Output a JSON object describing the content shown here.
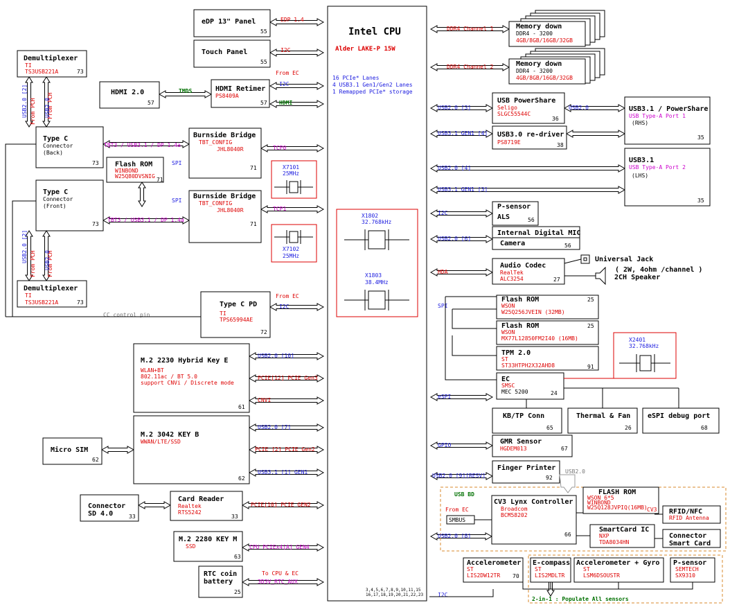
{
  "cpu": {
    "title": "Intel CPU",
    "subtitle": "Alder LAKE-P 15W",
    "feat1": "16 PCIe* Lanes",
    "feat2": "4 USB3.1 Gen1/Gen2 Lanes",
    "feat3": "1 Remapped  PCIe* storage",
    "pages1": "3,4,5,6,7,8,9,10,11,15",
    "pages2": "16,17,18,19,20,21,22,23"
  },
  "xtal": {
    "x1802": "X1802",
    "x1802f": "32.768kHz",
    "x1803": "X1803",
    "x1803f": "38.4MHz",
    "x7101": "X7101",
    "x7101f": "25MHz",
    "x7102": "X7102",
    "x7102f": "25MHz",
    "x2401": "X2401",
    "x2401f": "32.768kHz"
  },
  "left": {
    "edp": {
      "title": "eDP 13\" Panel",
      "page": "55",
      "bus": "EDP 1.4"
    },
    "touch": {
      "title": "Touch Panel",
      "page": "55",
      "bus": "I2C"
    },
    "demux_top": {
      "title": "Demultiplexer",
      "vendor": "TI",
      "part": "TS3USB221A",
      "page": "73"
    },
    "hdmi": {
      "title": "HDMI 2.0",
      "page": "57",
      "tmds": "TMDS"
    },
    "retimer": {
      "title": "HDMI Retimer",
      "part": "PS8409A",
      "page": "57",
      "from_ec": "From EC",
      "i2c": "I2C",
      "hdmi": "HDMI"
    },
    "usb_from_pch_top": "From PCH",
    "usb20_2": "USB2.0 [2]",
    "usb20_top": "USB2.0",
    "typec_back": {
      "l1": "Type C",
      "l2": "Connector",
      "l3": "(Back)",
      "page": "73"
    },
    "typec_front": {
      "l1": "Type C",
      "l2": "Connector",
      "l3": "(Front)",
      "page": "73"
    },
    "tbt_back": "TBT3 / USB3.1 / DP 1.4a",
    "tbt_front": "TBT3 / USB3.1 / DP 1.4a",
    "flashrom": {
      "title": "Flash ROM",
      "vendor": "WINBOND",
      "part": "W25Q80DVSNIG",
      "page": "71",
      "spi1": "SPI",
      "spi2": "SPI"
    },
    "bb1": {
      "title": "Burnside Bridge",
      "cfg": "TBT_CONFIG",
      "part": "JHL8040R",
      "page": "71",
      "bus": "TCP0"
    },
    "bb2": {
      "title": "Burnside Bridge",
      "cfg": "TBT_CONFIG",
      "part": "JHL8040R",
      "page": "71",
      "bus": "TCP1"
    },
    "usb_from_pch_bot": "From PCH",
    "usb20_2b": "USB2.0 [2]",
    "usb20_bot": "USB2.0",
    "demux_bot": {
      "title": "Demultiplexer",
      "vendor": "TI",
      "part": "TS3USB221A",
      "page": "73"
    },
    "typecpd": {
      "title": "Type C PD",
      "vendor": "TI",
      "part": "TPS65994AE",
      "page": "72",
      "from_ec": "From EC",
      "i2c": "I2C",
      "cc": "CC control pin"
    },
    "m2e": {
      "title": "M.2 2230 Hybrid Key E",
      "l1": "WLAN+BT",
      "l2": "802.11ac / BT 5.0",
      "l3": "support CNVi / Discrete mode",
      "page": "61",
      "b1": "USB2.0 [10]",
      "b2": "PCIE[12] PCIE Gen3",
      "b3": "CNVI"
    },
    "m2b": {
      "title": "M.2 3042 KEY B",
      "l1": "WWAN/LTE/SSD",
      "page": "62",
      "b1": "USB2.0 [7]",
      "b2": "PCIE [2] PCIE Gen2",
      "b3": "USB3.1 [1] GEN1"
    },
    "sim": {
      "title": "Micro SIM",
      "page": "62"
    },
    "sd": {
      "l1": "Connector",
      "l2": "SD 4.0",
      "page": "33"
    },
    "card": {
      "title": "Card Reader",
      "vendor": "Realtek",
      "part": "RTS5242",
      "page": "33",
      "bus": "PCIE[10] PCIE GEN2"
    },
    "m2m": {
      "title": "M.2 2280 KEY M",
      "l1": "SSD",
      "page": "63",
      "bus": "CPU PCIEx4[A] GEN4"
    },
    "rtc": {
      "l1": "RTC coin",
      "l2": "battery",
      "page": "25",
      "bus1": "To CPU & EC",
      "bus2": "3D3V_RTC_AUX"
    }
  },
  "right": {
    "mem1": {
      "title": "Memory down",
      "l1": "DDR4 - 3200",
      "l2": "4GB/8GB/16GB/32GB",
      "bus": "DDR4 Channel 1"
    },
    "mem2": {
      "title": "Memory down",
      "l1": "DDR4 - 3200",
      "l2": "4GB/8GB/16GB/32GB",
      "bus": "DDR4 Channel 2"
    },
    "ps": {
      "title": "USB PowerShare",
      "vendor": "Seligo",
      "part": "SLGC55544C",
      "page": "36",
      "bus": "USB2.0 [3]",
      "bus2": "USB2.0"
    },
    "usbps": {
      "title": "USB3.1 / PowerShare",
      "l1": "USB Type-A Port 1",
      "l2": "(RHS)",
      "page": "35"
    },
    "redrv": {
      "title": "USB3.0 re-driver",
      "part": "PS8719E",
      "page": "38",
      "bus": "USB3.1 GEN1 [4]"
    },
    "usb31": {
      "title": "USB3.1",
      "l1": "USB Type-A Port 2",
      "l2": "(LHS)",
      "page": "35",
      "bus1": "USB2.0 [4]",
      "bus2": "USB3.1 GEN1 [3]"
    },
    "psensor": {
      "title": "P-sensor",
      "l1": "ALS",
      "page": "56",
      "bus": "I2C"
    },
    "mic": {
      "title": "Internal Digital MIC",
      "l1": "Camera",
      "page": "56",
      "bus": "USB2.0 [6]"
    },
    "audio": {
      "title": "Audio Codec",
      "vendor": "RealTek",
      "part": "ALC3254",
      "page": "27",
      "bus": "HDA",
      "jack": "Universal Jack",
      "spk1": "( 2W, 4ohm /channel )",
      "spk2": "2CH Speaker"
    },
    "spi": "SPI",
    "flash1": {
      "title": "Flash ROM",
      "vendor": "WSON",
      "part": "W25Q256JVEIN (32MB)",
      "page": "25"
    },
    "flash2": {
      "title": "Flash ROM",
      "vendor": "WSON",
      "part": "MX77L12850FM2I40 (16MB)",
      "page": "25"
    },
    "tpm": {
      "title": "TPM 2.0",
      "vendor": "ST",
      "part": "ST33HTPH2X32AHD8",
      "page": "91"
    },
    "ec": {
      "title": "EC",
      "vendor": "SMSC",
      "part": "MEC 5200",
      "page": "24",
      "bus": "eSPI"
    },
    "kb": {
      "title": "KB/TP Conn",
      "page": "65"
    },
    "thermal": {
      "title": "Thermal & Fan",
      "page": "26"
    },
    "espi": {
      "title": "eSPI debug  port",
      "page": "68"
    },
    "gmr": {
      "title": "GMR Sensor",
      "part": "HGDEM013",
      "page": "67",
      "bus": "GPIO"
    },
    "fp": {
      "title": "Finger Printer",
      "page": "92",
      "bus": "USB2.0 [9][RESV]",
      "bus2": "USB2.0"
    },
    "cv3": {
      "title": "CV3 Lynx Controller",
      "vendor": "Broadcom",
      "part": "BCM58202",
      "page": "66",
      "usbbd": "USB BD",
      "from_ec": "From EC",
      "smbus": "SMBUS",
      "bus": "USB2.0 [8]",
      "tag": "CV3"
    },
    "cvflash": {
      "title": "FLASH ROM",
      "l1": "WSON 6*5",
      "l2": "WINBOND",
      "l3": "W25Q128JVPIQ(16MB)"
    },
    "rfid": {
      "title": "RFID/NFC",
      "l1": "RFID Antenna"
    },
    "smart": {
      "title": "SmartCard IC",
      "vendor": "NXP",
      "part": "TDA8034HN"
    },
    "smartconn": {
      "l1": "Connector",
      "l2": "Smart Card"
    },
    "accel": {
      "title": "Accelerometer",
      "vendor": "ST",
      "part": "LIS2DW12TR",
      "page": "70"
    },
    "ecompass": {
      "title": "E-compass",
      "vendor": "ST",
      "part": "LIS2MDLTR"
    },
    "accgyro": {
      "title": "Accelerometer + Gyro",
      "vendor": "ST",
      "part": "LSM6DSOUSTR"
    },
    "psensor2": {
      "title": "P-sensor",
      "vendor": "SEMTECH",
      "part": "SX9310"
    },
    "i2c": "I2C",
    "populate": "2-in-1 : Populate All sensors"
  }
}
